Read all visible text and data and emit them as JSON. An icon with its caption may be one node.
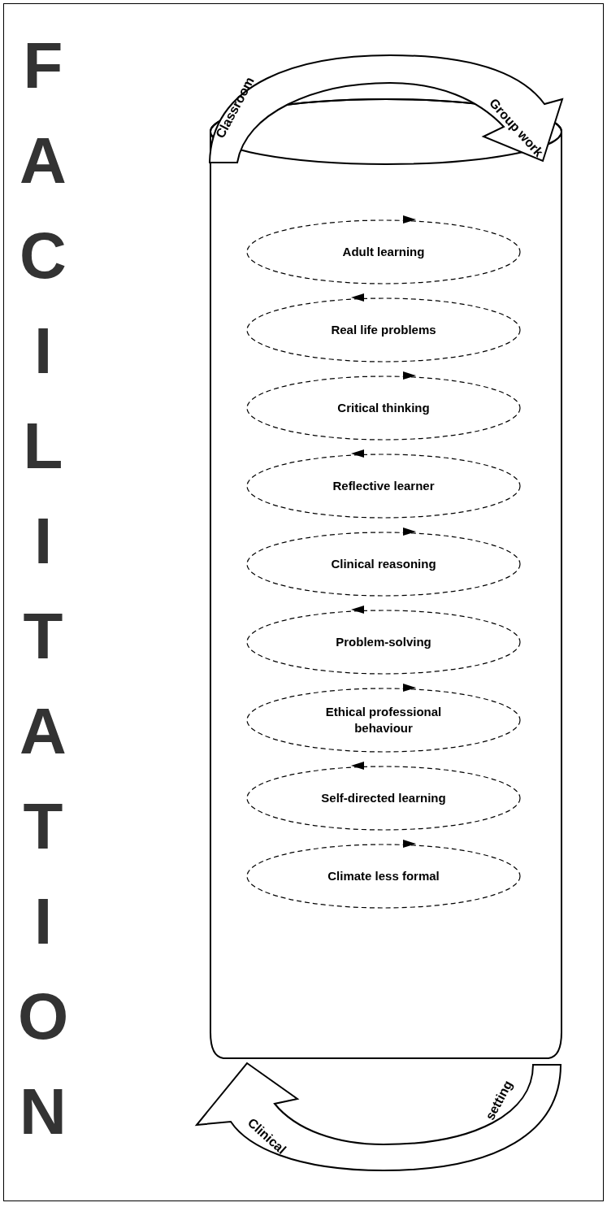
{
  "diagram": {
    "nodes": [
      {
        "text": [],
        "shape": "cylinder"
      },
      {
        "text": [
          "Classroom",
          "Group work"
        ]
      },
      {
        "text": [
          "Adult learning"
        ],
        "in": 0
      },
      {
        "text": [
          "Real life problems"
        ],
        "in": 0
      },
      {
        "text": [
          "Critical thinking"
        ],
        "in": 0
      },
      {
        "text": [
          "Reflective learner"
        ],
        "in": 0
      },
      {
        "text": [
          "Clinical reasoning"
        ],
        "in": 0
      },
      {
        "text": [
          "Problem-solving"
        ],
        "in": 0
      },
      {
        "text": [
          "Ethical professional behaviour"
        ],
        "in": 0
      },
      {
        "text": [
          "Self-directed learning"
        ],
        "in": 0
      },
      {
        "text": [
          "Climate less formal"
        ],
        "in": 0
      },
      {
        "text": [
          "Clinical",
          "setting"
        ]
      }
    ],
    "edges": [],
    "labels": [
      "FACILITATION"
    ]
  }
}
